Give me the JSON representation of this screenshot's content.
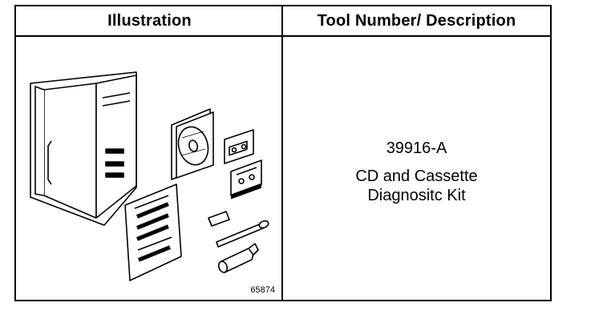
{
  "table": {
    "header_illustration": "Illustration",
    "header_description": "Tool Number/ Description"
  },
  "tool": {
    "number": "39916-A",
    "description_line1": "CD and Cassette",
    "description_line2": "Diagnositc Kit"
  },
  "illustration": {
    "figure_number": "65874",
    "items": [
      "binder-manual",
      "compact-disc",
      "cassette-tape",
      "cassette-tape",
      "instruction-sheet",
      "eraser-block",
      "cleaning-swab",
      "cleaning-bottle"
    ]
  }
}
